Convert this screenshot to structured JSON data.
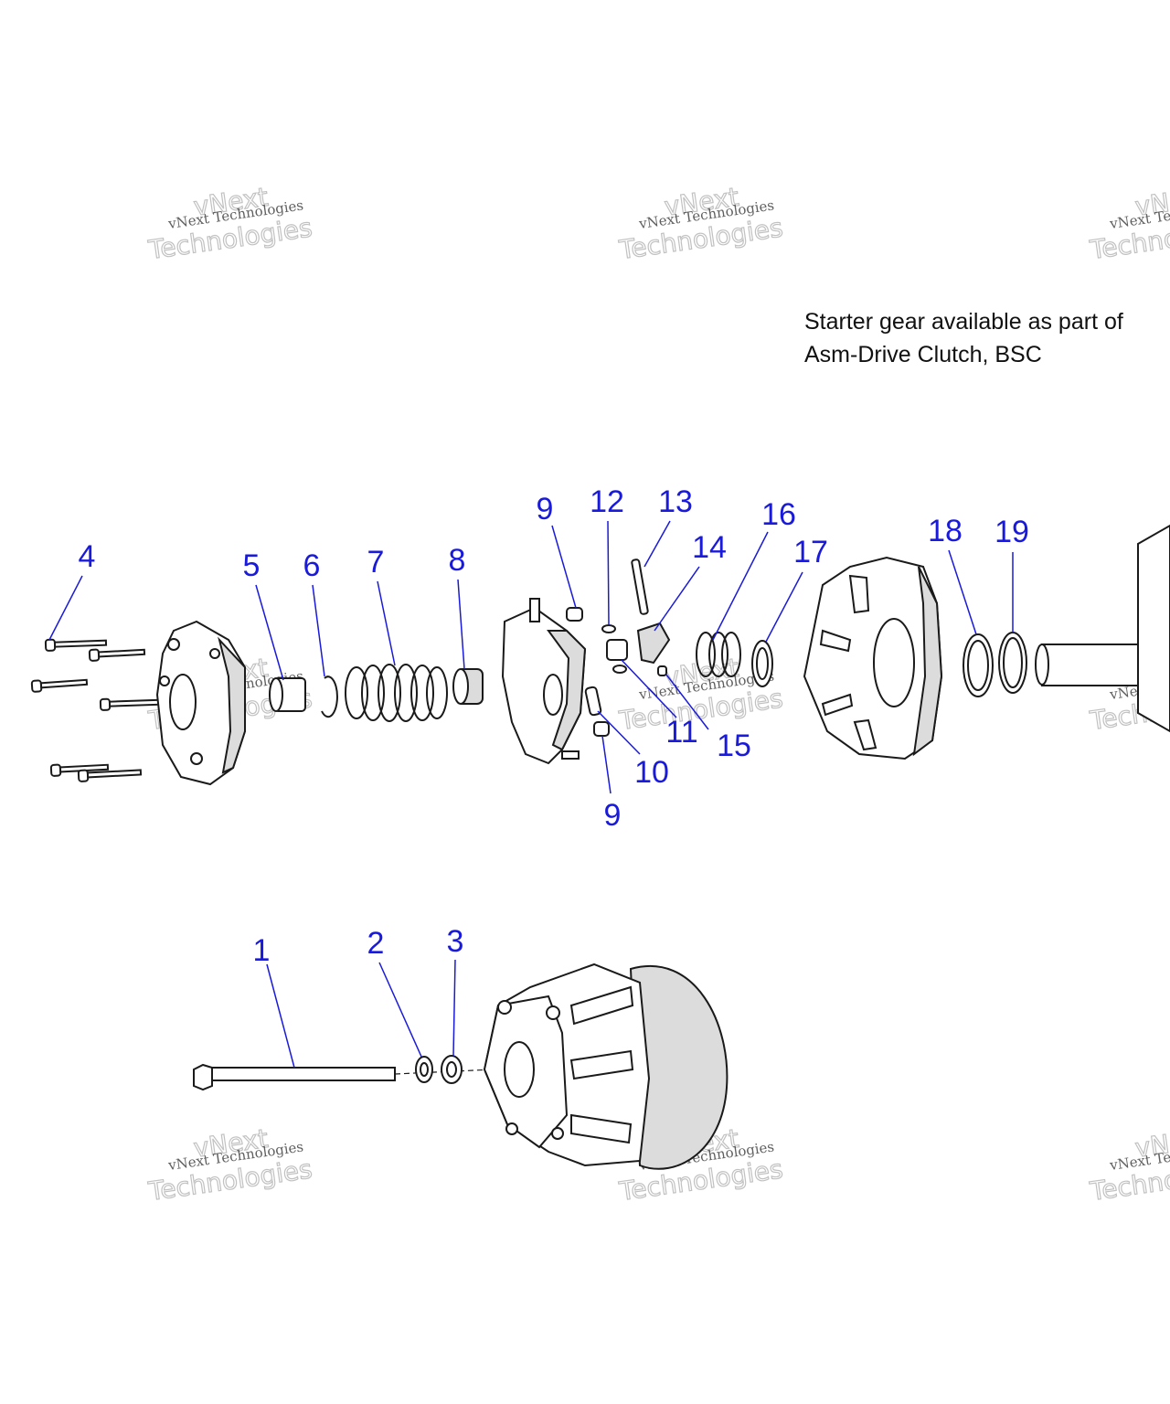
{
  "note": {
    "line1": "Starter gear available as part of",
    "line2": "Asm-Drive Clutch, BSC"
  },
  "callouts": [
    "1",
    "2",
    "3",
    "4",
    "5",
    "6",
    "7",
    "8",
    "9",
    "9",
    "10",
    "11",
    "12",
    "13",
    "14",
    "15",
    "16",
    "17",
    "18",
    "19"
  ],
  "watermark": {
    "small": "vNext Technologies",
    "large": "Technologies",
    "brand": "vNext"
  },
  "colors": {
    "callout": "#1a1adb",
    "line": "#1a1a1a",
    "shade": "#dcdcdc"
  }
}
